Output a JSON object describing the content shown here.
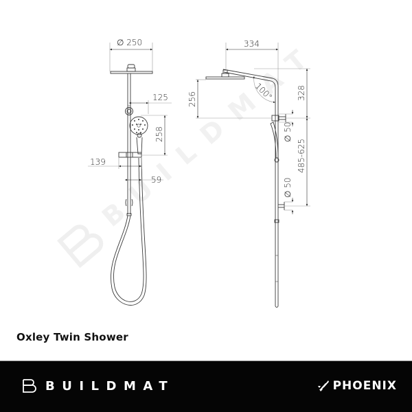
{
  "product": {
    "title": "Oxley Twin Shower"
  },
  "footer": {
    "left_brand": {
      "icon": "buildmat-b-logo-icon",
      "name": "BUILDMAT"
    },
    "right_brand": {
      "icon": "phoenix-feather-logo-icon",
      "name": "PHOENIX"
    },
    "background": "#050505",
    "text_color": "#ffffff"
  },
  "watermark": {
    "text": "BUILDMAT",
    "color": "#f1f1f1"
  },
  "drawing": {
    "front_view": {
      "dimensions": {
        "rose_diameter": "∅ 250",
        "handshower_offset": "125",
        "handshower_height": "258",
        "bracket_width": "139",
        "hose_offset": "59"
      }
    },
    "side_view": {
      "dimensions": {
        "arm_reach": "334",
        "rose_drop": "256",
        "arm_angle": "100°",
        "arm_height": "328",
        "diverter_diameter": "∅ 50",
        "rail_adjust": "485-625",
        "outlet_diameter": "∅ 50"
      }
    },
    "line_color": "#3a3a3a",
    "dim_line_color": "#9a9a9a"
  }
}
